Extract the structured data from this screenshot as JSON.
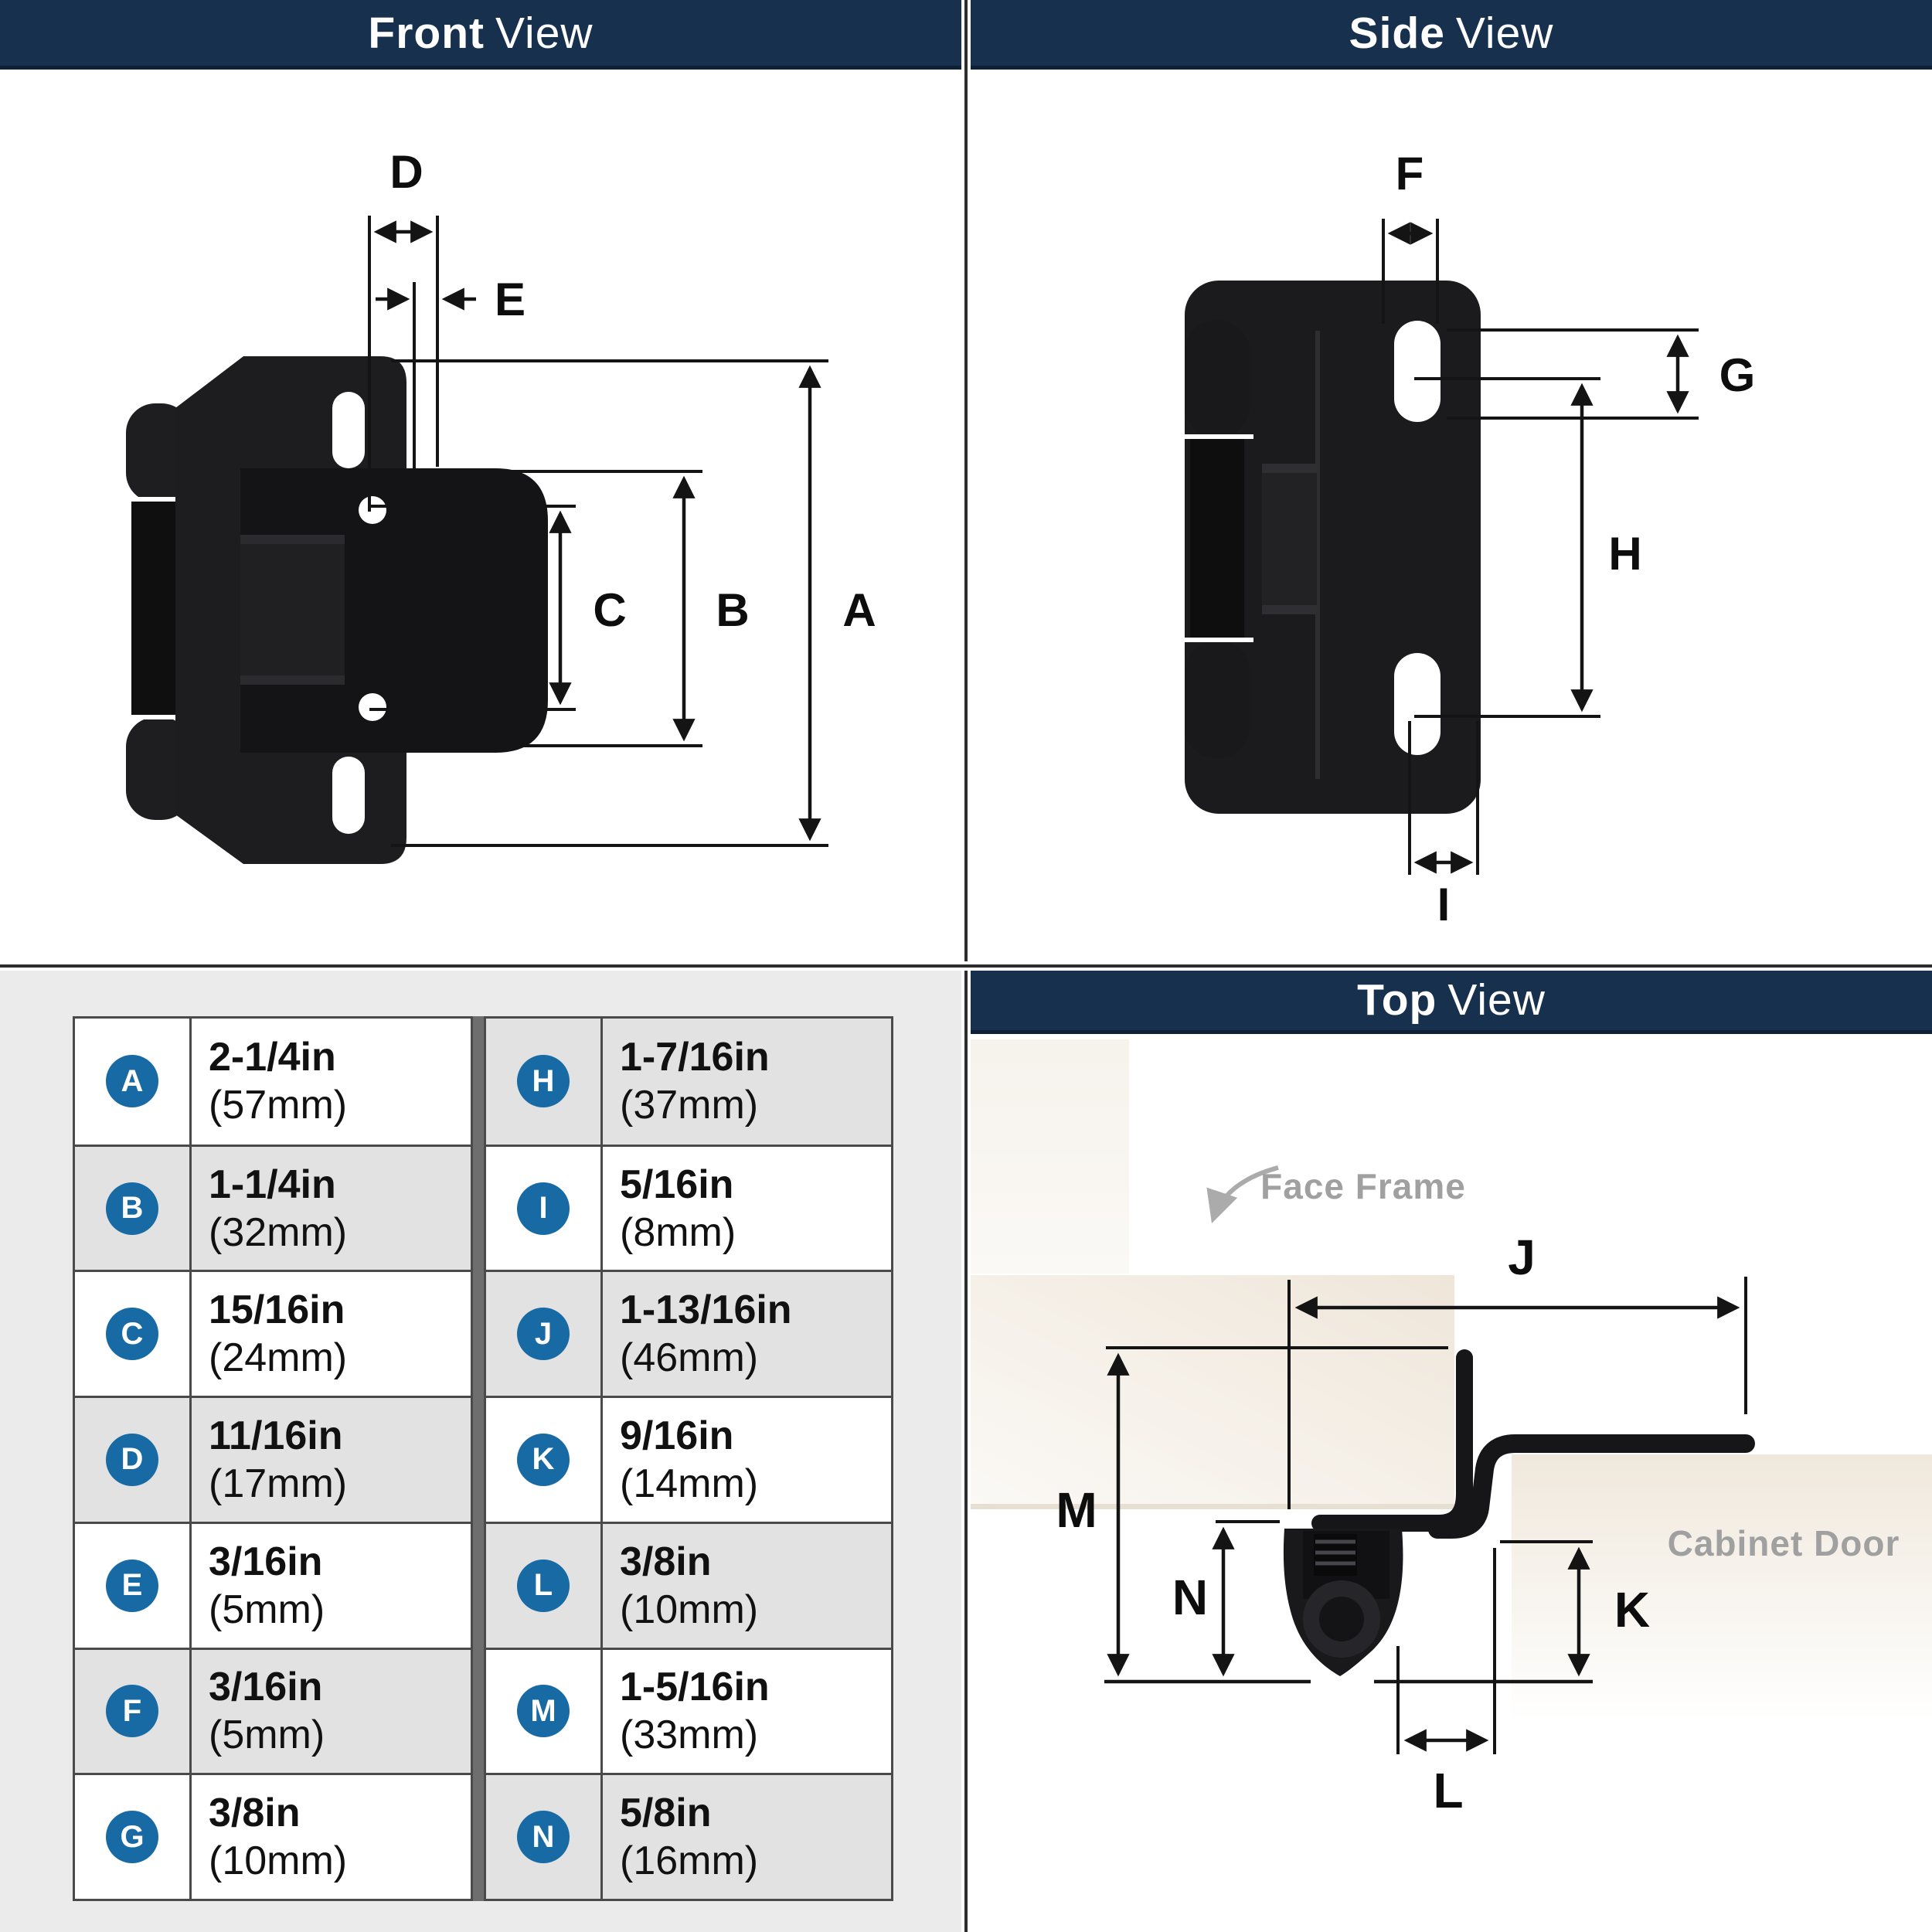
{
  "colors": {
    "header_navy": "#17304d",
    "badge_blue": "#176aa3",
    "row_gray": "#e2e2e2",
    "quadrant_gray": "#ebebeb",
    "wood_beige": "#f0e8dc",
    "annotation_gray": "#a0a0a0",
    "hinge_black": "#1b1b1d"
  },
  "headers": {
    "front": {
      "bold": "Front",
      "rest": "View"
    },
    "side": {
      "bold": "Side",
      "rest": "View"
    },
    "top": {
      "bold": "Top",
      "rest": "View"
    }
  },
  "front_view": {
    "labels": {
      "a": "A",
      "b": "B",
      "c": "C",
      "d": "D",
      "e": "E"
    }
  },
  "side_view": {
    "labels": {
      "f": "F",
      "g": "G",
      "h": "H",
      "i": "I"
    }
  },
  "top_view": {
    "labels": {
      "j": "J",
      "k": "K",
      "l": "L",
      "m": "M",
      "n": "N"
    },
    "face_frame_label": "Face Frame",
    "cabinet_door_label": "Cabinet Door"
  },
  "table": {
    "left_rows": [
      {
        "letter": "A",
        "inches": "2-1/4in",
        "mm": "(57mm)"
      },
      {
        "letter": "B",
        "inches": "1-1/4in",
        "mm": "(32mm)"
      },
      {
        "letter": "C",
        "inches": "15/16in",
        "mm": "(24mm)"
      },
      {
        "letter": "D",
        "inches": "11/16in",
        "mm": "(17mm)"
      },
      {
        "letter": "E",
        "inches": "3/16in",
        "mm": "(5mm)"
      },
      {
        "letter": "F",
        "inches": "3/16in",
        "mm": "(5mm)"
      },
      {
        "letter": "G",
        "inches": "3/8in",
        "mm": "(10mm)"
      }
    ],
    "right_rows": [
      {
        "letter": "H",
        "inches": "1-7/16in",
        "mm": "(37mm)"
      },
      {
        "letter": "I",
        "inches": "5/16in",
        "mm": "(8mm)"
      },
      {
        "letter": "J",
        "inches": "1-13/16in",
        "mm": "(46mm)"
      },
      {
        "letter": "K",
        "inches": "9/16in",
        "mm": "(14mm)"
      },
      {
        "letter": "L",
        "inches": "3/8in",
        "mm": "(10mm)"
      },
      {
        "letter": "M",
        "inches": "1-5/16in",
        "mm": "(33mm)"
      },
      {
        "letter": "N",
        "inches": "5/8in",
        "mm": "(16mm)"
      }
    ]
  }
}
